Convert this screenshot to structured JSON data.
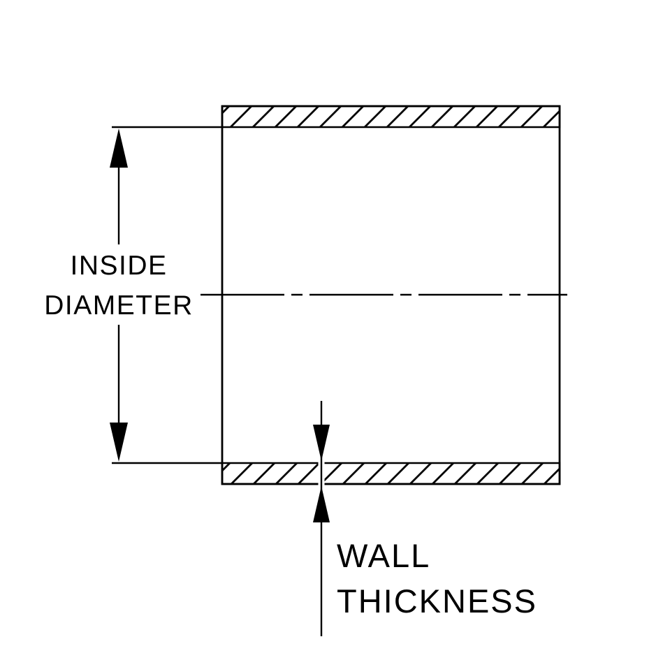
{
  "labels": {
    "inside_diameter": {
      "line1": "INSIDE",
      "line2": "DIAMETER"
    },
    "wall_thickness": {
      "line1": "WALL",
      "line2": "THICKNESS"
    }
  },
  "colors": {
    "line": "#000000",
    "background": "#ffffff"
  }
}
